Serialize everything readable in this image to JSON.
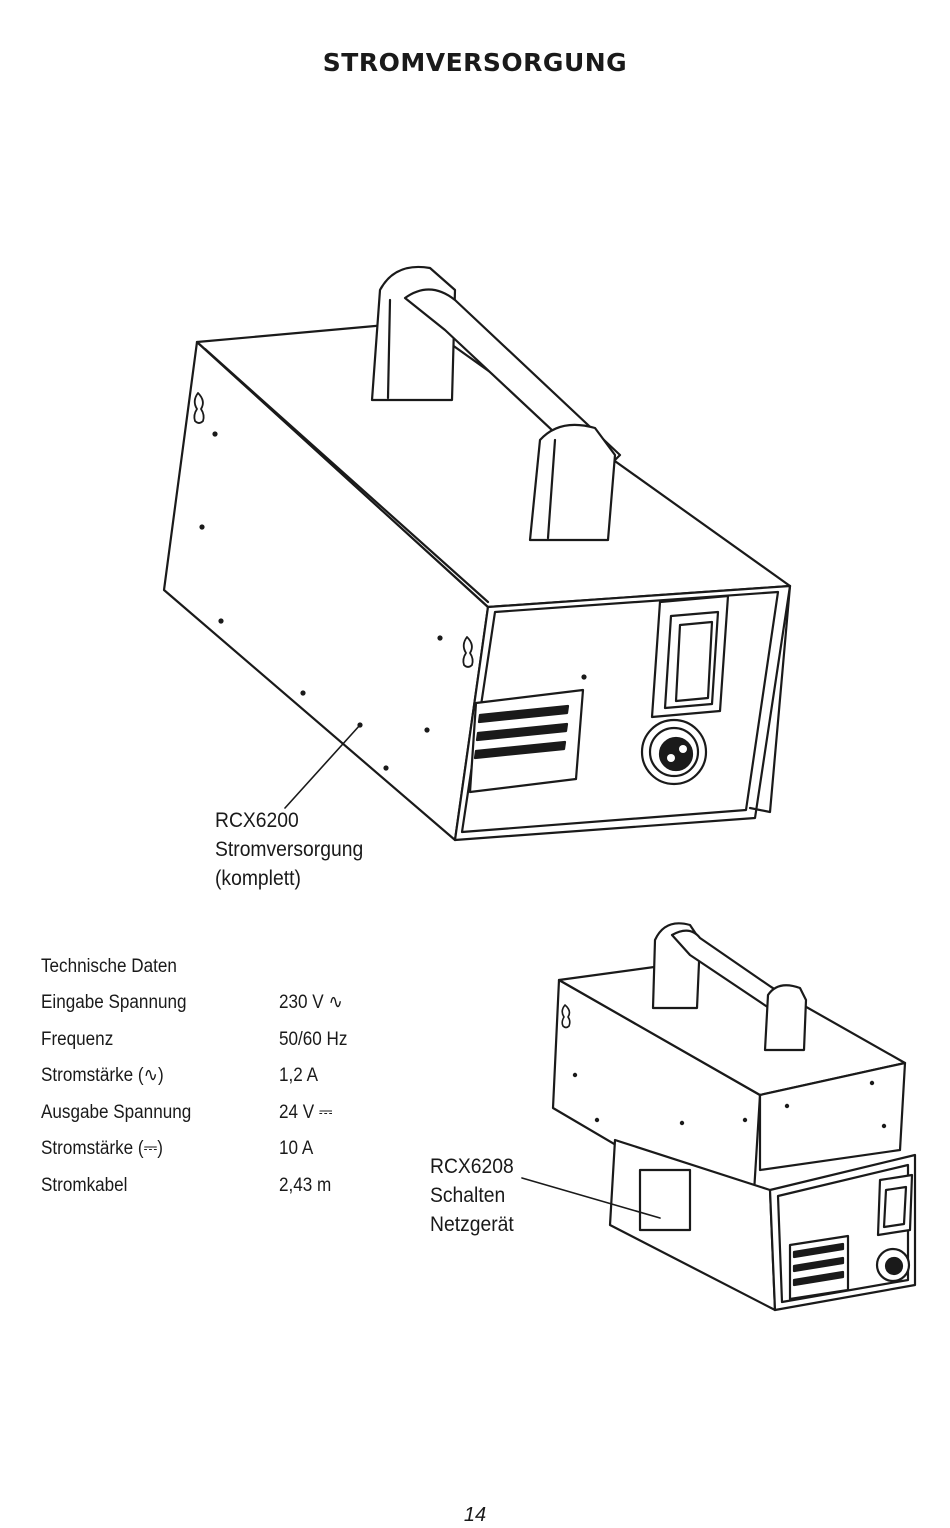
{
  "page": {
    "title": "STROMVERSORGUNG",
    "page_number": "14"
  },
  "figure_main": {
    "code": "RCX6200",
    "line2": "Stromversorgung",
    "line3": "(komplett)"
  },
  "figure_secondary": {
    "code": "RCX6208",
    "line2": "Schalten",
    "line3": "Netzgerät"
  },
  "specs": {
    "heading": "Technische Daten",
    "rows": [
      {
        "label": "Eingabe Spannung",
        "value": "230 V ∿"
      },
      {
        "label": "Frequenz",
        "value": "50/60 Hz"
      },
      {
        "label": "Stromstärke (∿)",
        "value": "1,2 A"
      },
      {
        "label": "Ausgabe Spannung",
        "value": "24 V ⎓"
      },
      {
        "label": "Stromstärke (⎓)",
        "value": "10 A"
      },
      {
        "label": "Stromkabel",
        "value": "2,43 m"
      }
    ]
  }
}
